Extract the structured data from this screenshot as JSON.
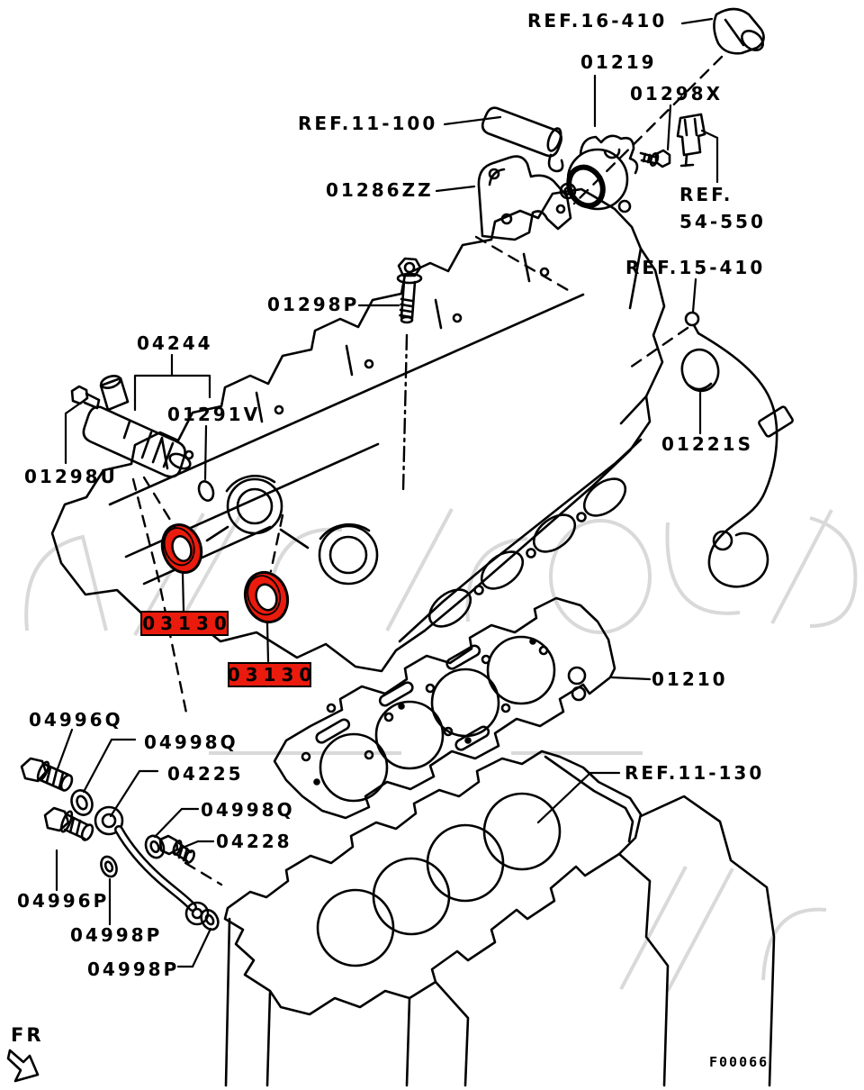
{
  "diagram": {
    "type": "exploded-parts-diagram",
    "subject": "engine cylinder head, gasket and cylinder block with sensors, seals and oil pipe",
    "figure_code": "F00066",
    "direction_indicator": "FR"
  },
  "colors": {
    "background": "#ffffff",
    "line": "#000000",
    "highlight_red": "#ea1b0d",
    "watermark_gray": "#d9d9d9"
  },
  "labels": {
    "ref16410": "REF.16-410",
    "p01219": "01219",
    "p01298x": "01298X",
    "ref11100": "REF.11-100",
    "p01286zz": "01286ZZ",
    "ref54550_line1": "REF.",
    "ref54550_line2": "54-550",
    "ref15410": "REF.15-410",
    "p01298p": "01298P",
    "p04244": "04244",
    "p01291v": "01291V",
    "p01298u": "01298U",
    "p01221s": "01221S",
    "p03130_a": "03130",
    "p03130_b": "03130",
    "p01210": "01210",
    "ref11130": "REF.11-130",
    "p04996q": "04996Q",
    "p04998q_a": "04998Q",
    "p04225": "04225",
    "p04998q_b": "04998Q",
    "p04228": "04228",
    "p04996p": "04996P",
    "p04998p_a": "04998P",
    "p04998p_b": "04998P",
    "fr": "FR",
    "figure_code": "F00066"
  }
}
